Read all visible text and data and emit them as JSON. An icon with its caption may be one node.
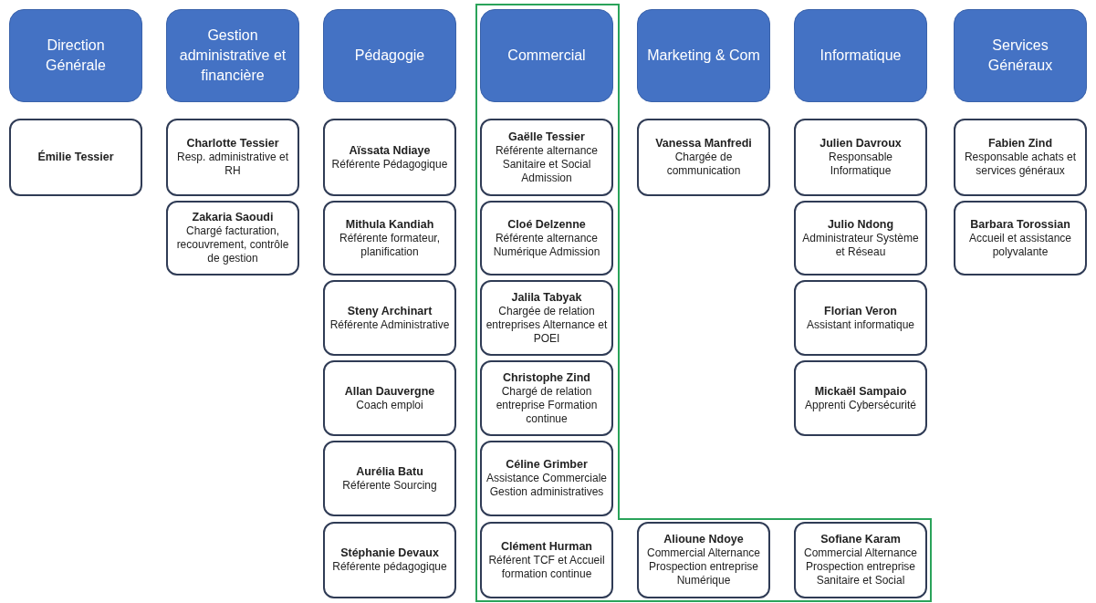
{
  "diagram": {
    "nodes": [
      {
        "text": [],
        "shape": "box"
      },
      {
        "text": [
          "Direction Générale"
        ]
      },
      {
        "text": [
          "Gestion administrative et financière"
        ]
      },
      {
        "text": [
          "Pédagogie"
        ]
      },
      {
        "text": [
          "Commercial"
        ],
        "in": 0
      },
      {
        "text": [
          "Marketing & Com"
        ]
      },
      {
        "text": [
          "Informatique"
        ]
      },
      {
        "text": [
          "Services Généraux"
        ]
      },
      {
        "text": [
          "Émilie Tessier"
        ]
      },
      {
        "text": [
          "Charlotte Tessier",
          "Resp. administrative et RH"
        ]
      },
      {
        "text": [
          "Zakaria Saoudi",
          "Chargé facturation, recouvrement, contrôle de gestion"
        ]
      },
      {
        "text": [
          "Aïssata Ndiaye",
          "Référente Pédagogique"
        ]
      },
      {
        "text": [
          "Mithula Kandiah",
          "Référente formateur, planification"
        ]
      },
      {
        "text": [
          "Steny Archinart",
          "Référente Administrative"
        ]
      },
      {
        "text": [
          "Allan Dauvergne",
          "Coach emploi"
        ]
      },
      {
        "text": [
          "Aurélia Batu",
          "Référente Sourcing"
        ]
      },
      {
        "text": [
          "Stéphanie Devaux",
          "Référente pédagogique"
        ]
      },
      {
        "text": [
          "Gaëlle Tessier",
          "Référente alternance Sanitaire et Social Admission"
        ],
        "in": 0
      },
      {
        "text": [
          "Cloé Delzenne",
          "Référente alternance Numérique Admission"
        ],
        "in": 0
      },
      {
        "text": [
          "Jalila Tabyak",
          "Chargée de relation entreprises Alternance et POEI"
        ],
        "in": 0
      },
      {
        "text": [
          "Christophe Zind",
          "Chargé de relation entreprise Formation continue"
        ],
        "in": 0
      },
      {
        "text": [
          "Céline Grimber",
          "Assistance Commerciale Gestion administratives"
        ],
        "in": 0
      },
      {
        "text": [
          "Clément Hurman",
          "Référent TCF et Accueil formation continue"
        ],
        "in": 0
      },
      {
        "text": [
          "Vanessa Manfredi",
          "Chargée de communication"
        ]
      },
      {
        "text": [
          "Julien Davroux",
          "Responsable Informatique"
        ]
      },
      {
        "text": [
          "Julio Ndong",
          "Administrateur Système et Réseau"
        ]
      },
      {
        "text": [
          "Florian Veron",
          "Assistant informatique"
        ]
      },
      {
        "text": [
          "Mickaël Sampaio",
          "Apprenti Cybersécurité"
        ]
      },
      {
        "text": [
          "Alioune Ndoye",
          "Commercial Alternance Prospection entreprise Numérique"
        ],
        "in": 0
      },
      {
        "text": [
          "Sofiane Karam",
          "Commercial Alternance Prospection entreprise Sanitaire et Social"
        ],
        "in": 0
      },
      {
        "text": [
          "Fabien Zind",
          "Responsable achats et services généraux"
        ]
      },
      {
        "text": [
          "Barbara Torossian",
          "Accueil et assistance polyvalante"
        ]
      }
    ]
  }
}
